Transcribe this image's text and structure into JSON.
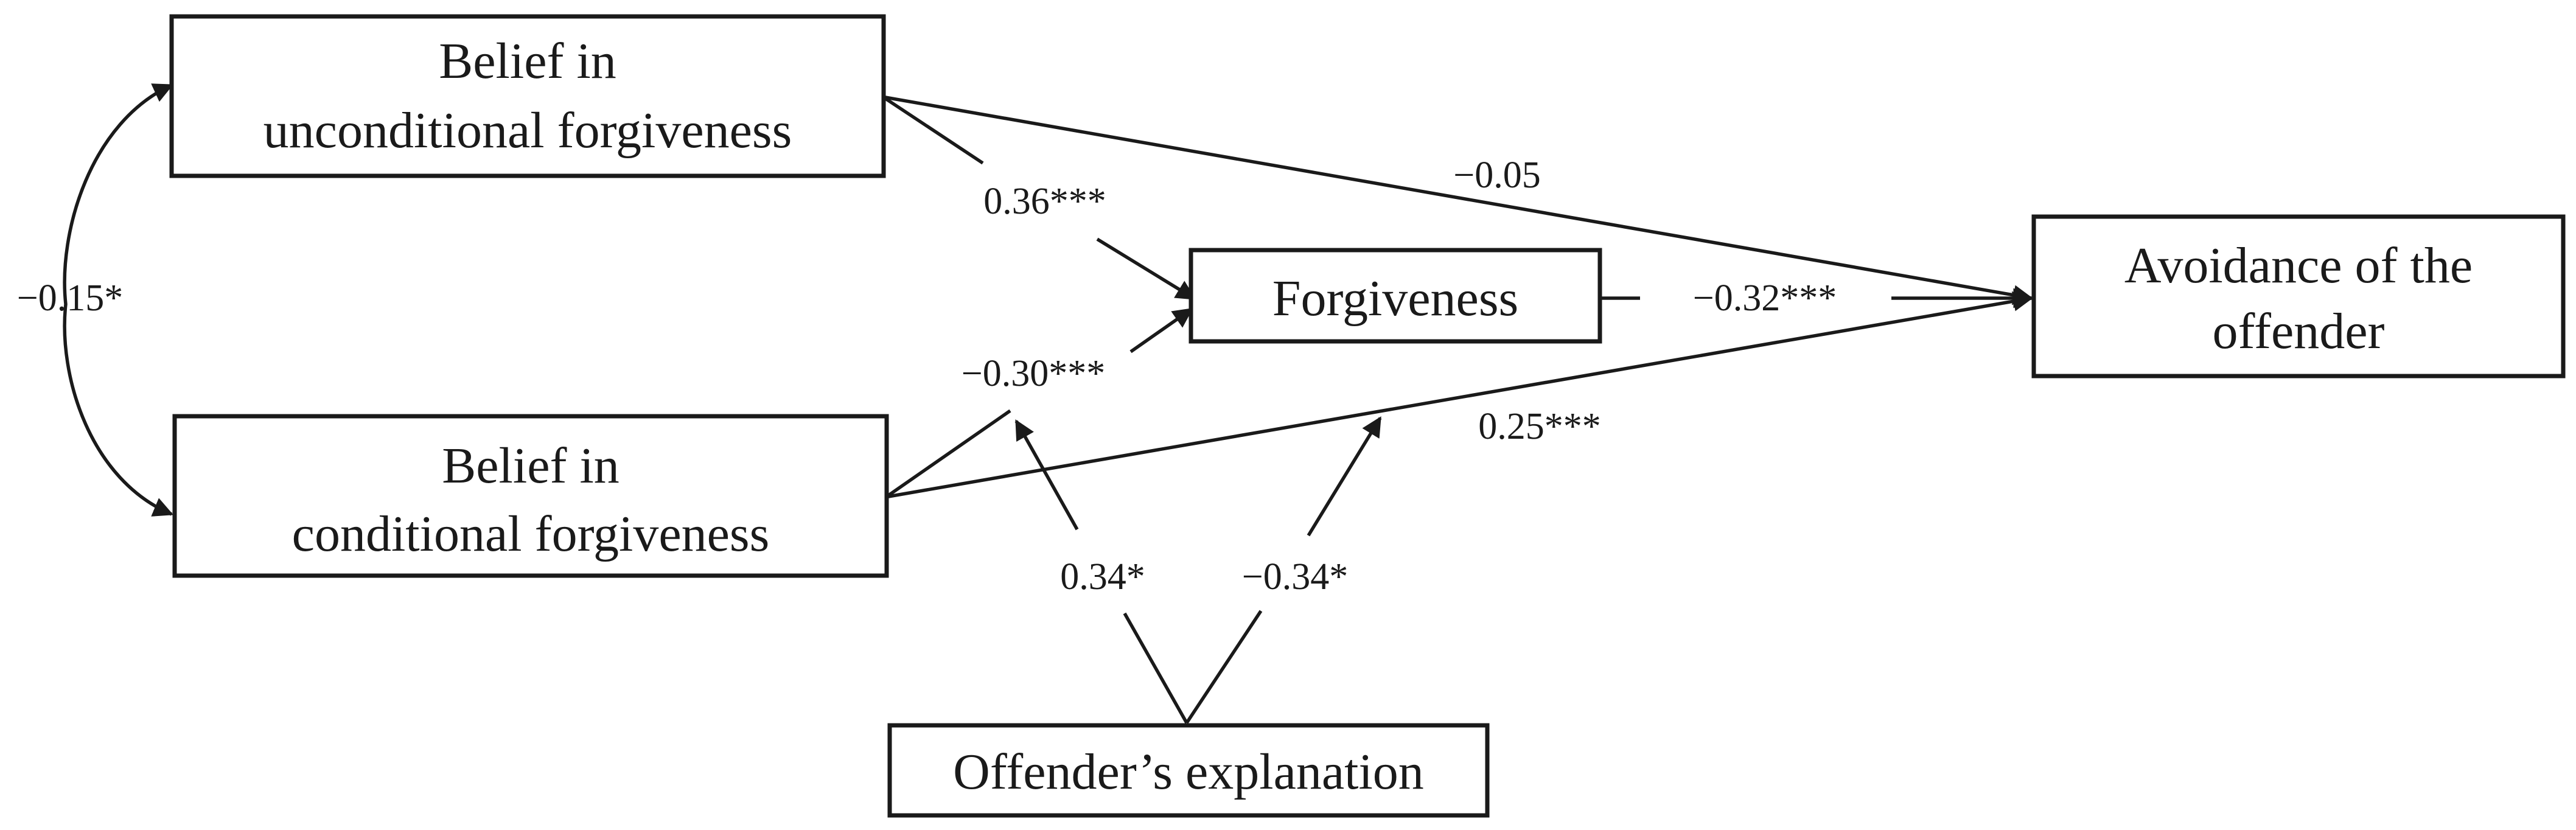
{
  "nodes": {
    "unconditional": {
      "line1": "Belief in",
      "line2": "unconditional  forgiveness"
    },
    "conditional": {
      "line1": "Belief in",
      "line2": "conditional  forgiveness"
    },
    "forgiveness": {
      "label": "Forgiveness"
    },
    "avoidance": {
      "line1": "Avoidance of the",
      "line2": "offender"
    },
    "explanation": {
      "label": "Offender’s explanation"
    }
  },
  "paths": {
    "unconditional_to_forgiveness": "0.36***",
    "conditional_to_forgiveness": "−0.30***",
    "unconditional_to_avoidance": "−0.05",
    "forgiveness_to_avoidance": "−0.32***",
    "conditional_to_avoidance": "0.25***",
    "covariance_beliefs": "−0.15*",
    "explanation_moderates_conditional_forgiveness": "0.34*",
    "explanation_moderates_conditional_avoidance": "−0.34*"
  },
  "colors": {
    "line": "#1a1a1a",
    "background": "#ffffff"
  }
}
